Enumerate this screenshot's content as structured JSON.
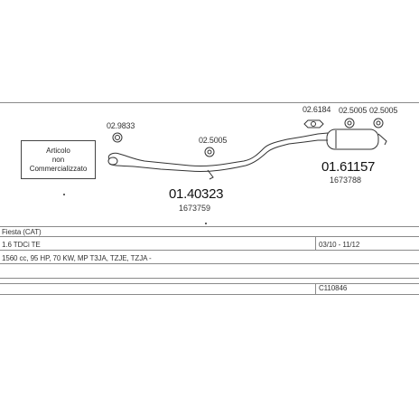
{
  "parts": [
    {
      "code": "02.9833"
    },
    {
      "code": "02.5005"
    },
    {
      "code": "02.6184"
    },
    {
      "code": "02.5005"
    },
    {
      "code": "02.5005"
    }
  ],
  "front_pipe": {
    "code": "01.40323",
    "ref": "1673759"
  },
  "rear_silencer": {
    "code": "01.61157",
    "ref": "1673788"
  },
  "notice": {
    "line1": "Articolo",
    "line2": "non",
    "line3": "Commercializzato"
  },
  "vehicle": {
    "model": "Fiesta (CAT)",
    "engine": "1.6 TDCi TE",
    "date_range": "03/10 - 11/12",
    "spec": "1560 cc, 95 HP, 70 KW, MP T3JA, TZJE, TZJA -",
    "catalog_code": "C110846"
  }
}
